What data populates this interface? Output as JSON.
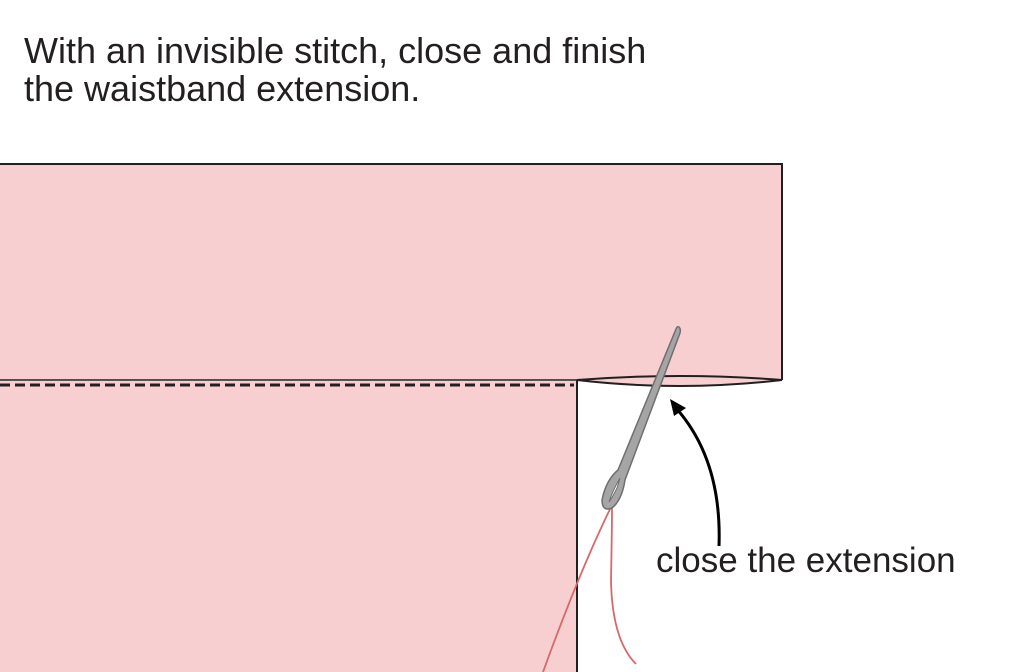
{
  "instruction": {
    "line1": "With an invisible stitch, close and finish",
    "line2": "the waistband extension."
  },
  "annotation": {
    "label": "close the extension"
  },
  "colors": {
    "fabric": "#f7cfd0",
    "outline": "#231f20",
    "needle": "#a5a5a5",
    "needle_outline": "#777777",
    "thread": "#d9686a",
    "arrow": "#000000"
  }
}
